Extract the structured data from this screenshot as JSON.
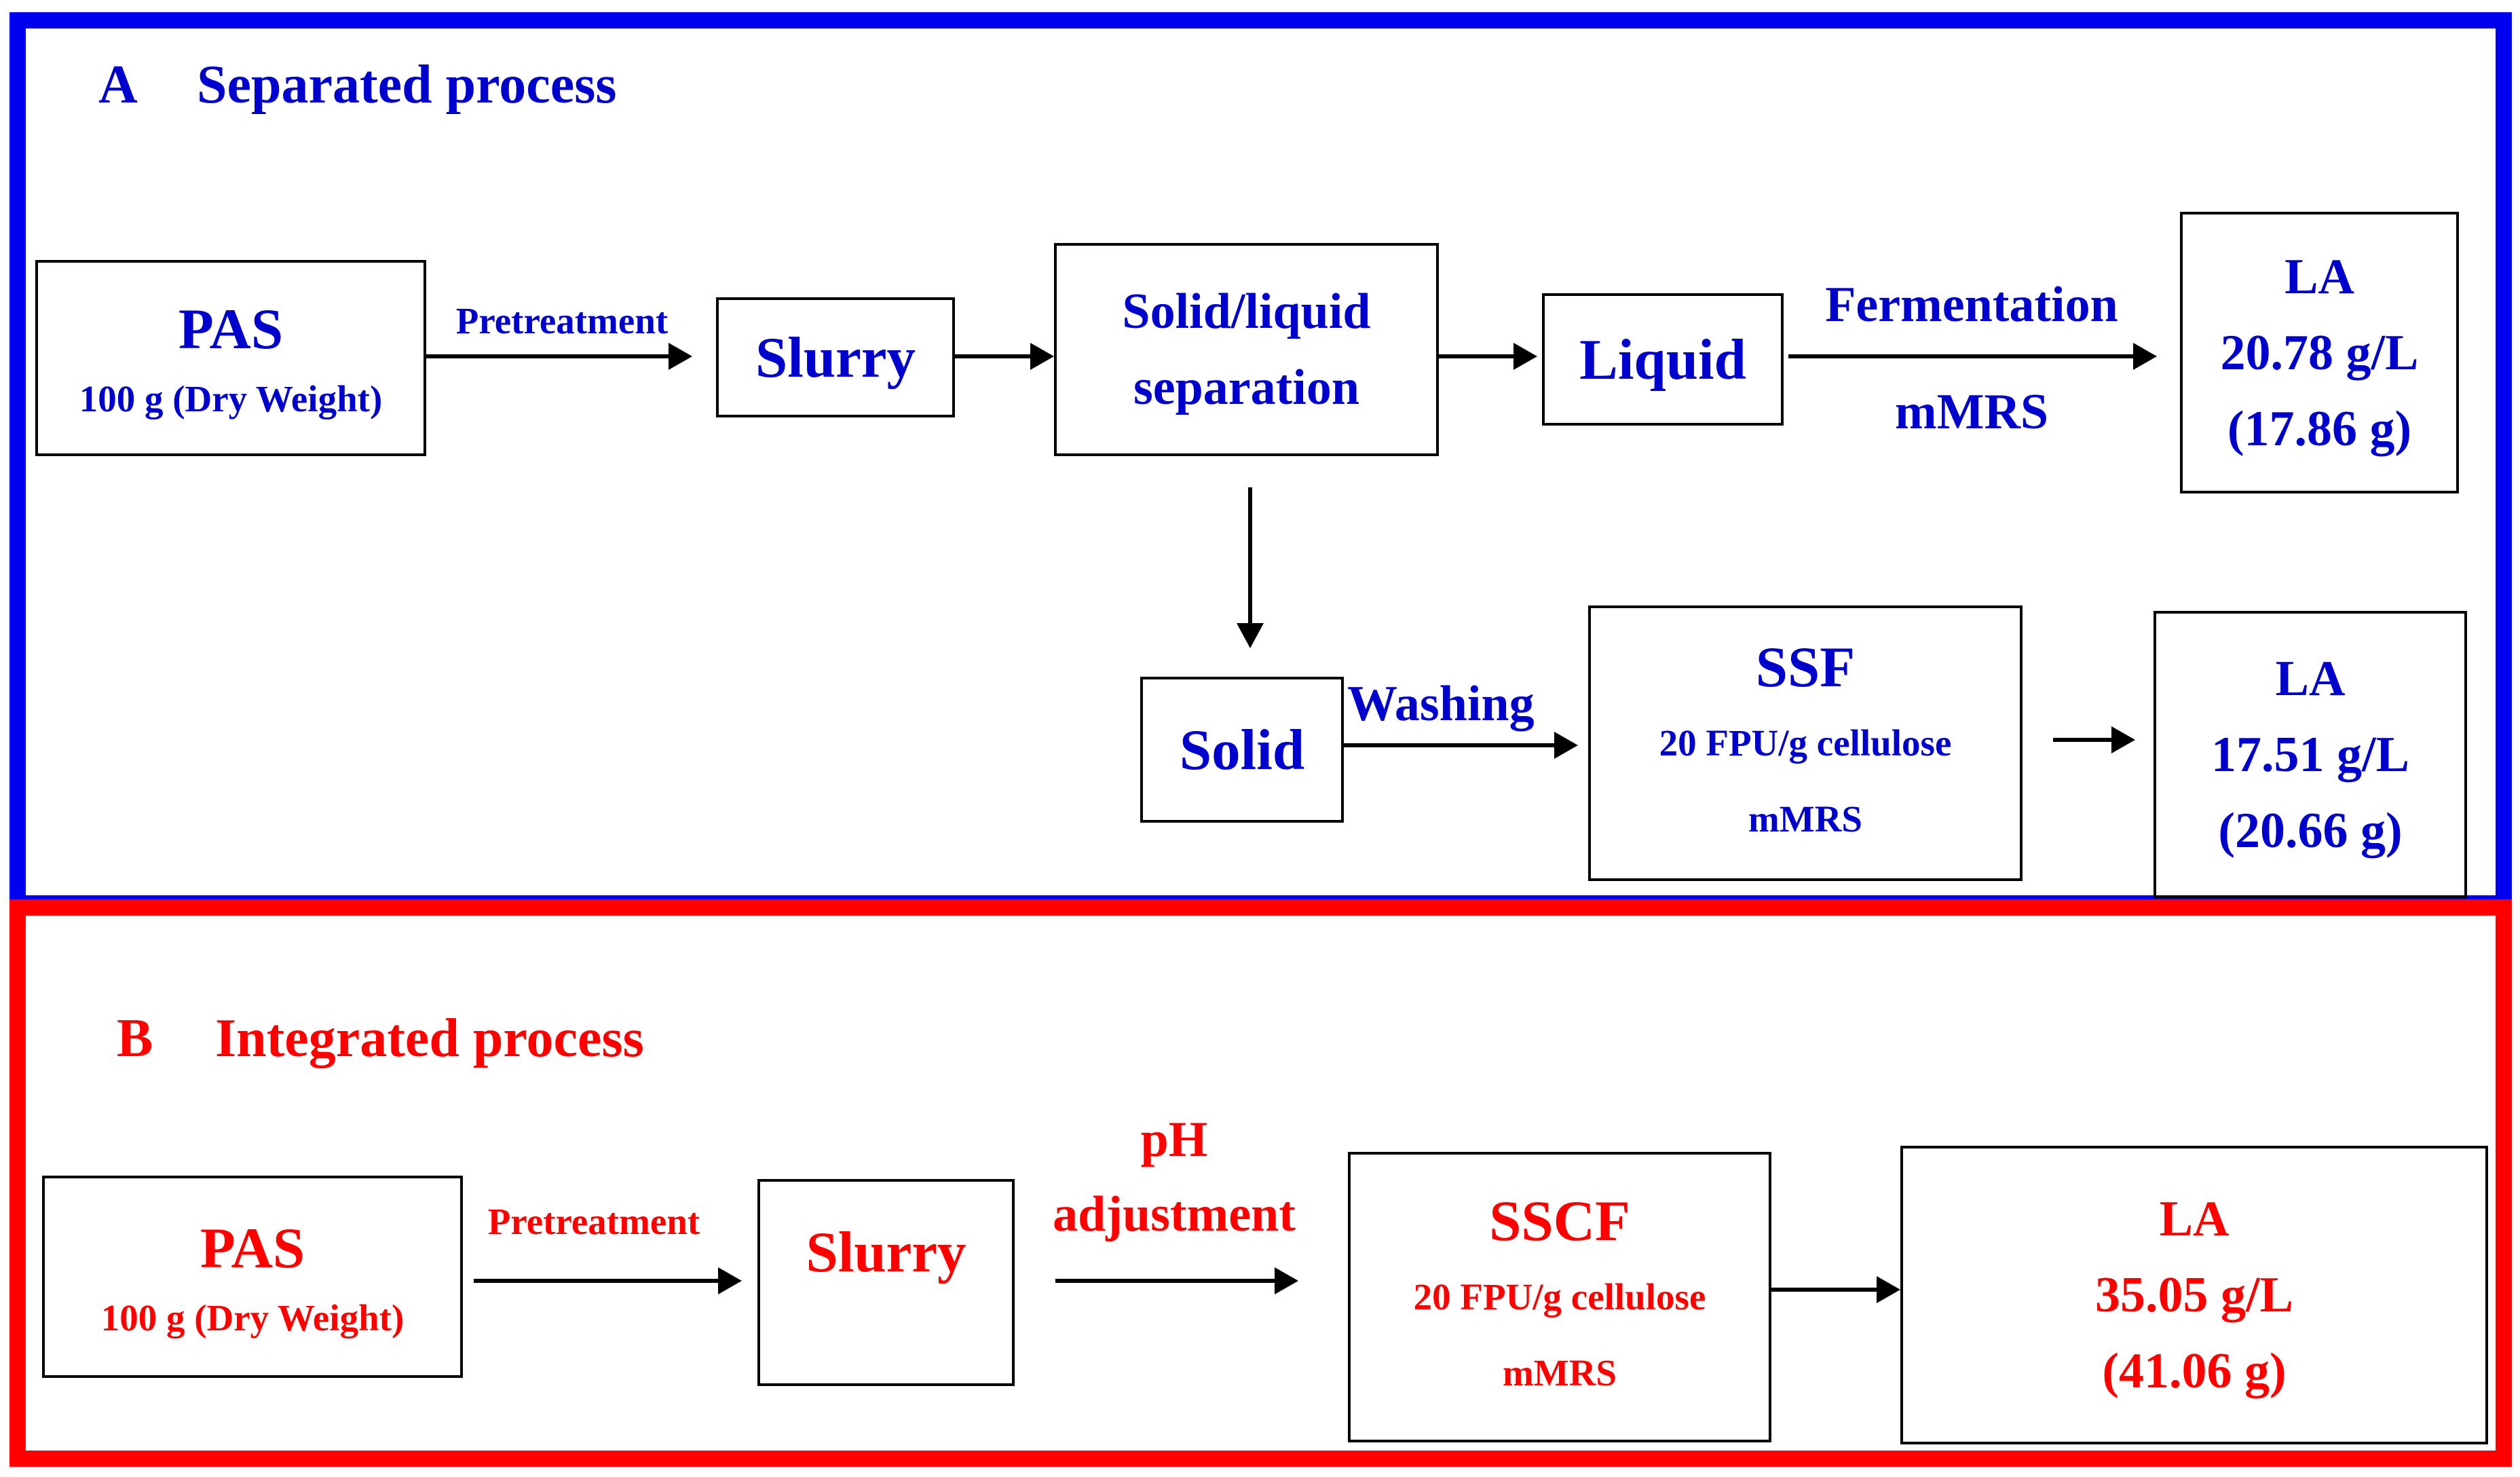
{
  "section_a": {
    "letter": "A",
    "title": "Separated process",
    "pas_box": {
      "title": "PAS",
      "subtitle": "100 g (Dry Weight)"
    },
    "pretreatment_label": "Pretreatment",
    "slurry_box": {
      "title": "Slurry"
    },
    "separation_box": {
      "line1": "Solid/liquid",
      "line2": "separation"
    },
    "liquid_box": {
      "title": "Liquid"
    },
    "fermentation_label": "Fermentation",
    "fermentation_medium": "mMRS",
    "la_liquid_box": {
      "title": "LA",
      "concentration": "20.78 g/L",
      "amount": "(17.86 g)"
    },
    "solid_box": {
      "title": "Solid"
    },
    "washing_label": "Washing",
    "ssf_box": {
      "title": "SSF",
      "enzyme": "20 FPU/g cellulose",
      "medium": "mMRS"
    },
    "la_solid_box": {
      "title": "LA",
      "concentration": "17.51 g/L",
      "amount": "(20.66 g)"
    }
  },
  "section_b": {
    "letter": "B",
    "title": "Integrated process",
    "pas_box": {
      "title": "PAS",
      "subtitle": "100 g (Dry Weight)"
    },
    "pretreatment_label": "Pretreatment",
    "slurry_box": {
      "title": "Slurry"
    },
    "ph_label": {
      "line1": "pH",
      "line2": "adjustment"
    },
    "sscf_box": {
      "title": "SSCF",
      "enzyme": "20 FPU/g cellulose",
      "medium": "mMRS"
    },
    "la_box": {
      "title": "LA",
      "concentration": "35.05 g/L",
      "amount": "(41.06 g)"
    }
  },
  "colors": {
    "section_a": "#0000ee",
    "section_b": "#ff0000",
    "arrows": "#000000"
  }
}
